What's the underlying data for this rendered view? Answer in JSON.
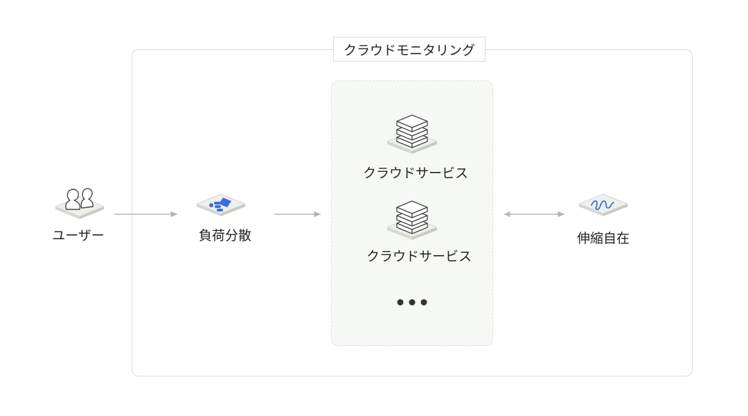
{
  "diagram": {
    "monitoring_label": "クラウドモニタリング",
    "user_label": "ユーザー",
    "load_balancer_label": "負荷分散",
    "cloud_service_1_label": "クラウドサービス",
    "cloud_service_2_label": "クラウドサービス",
    "autoscale_label": "伸縮自在"
  },
  "icons": {
    "user": "users-icon",
    "load_balancer": "load-balancer-icon",
    "cloud_service": "server-stack-icon",
    "autoscale": "scaling-wave-icon",
    "more": "ellipsis-icon"
  },
  "colors": {
    "accent": "#3b6fe0",
    "tile_top": "#eef0ec",
    "tile_side": "#d5d9d2",
    "line": "#b5b5b5",
    "frame": "#dcdcdc",
    "group_bg": "#f6f8f5"
  }
}
